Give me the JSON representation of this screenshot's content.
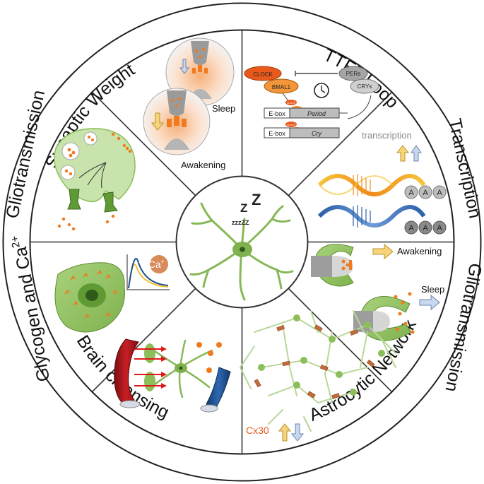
{
  "ring_labels": {
    "synaptic_weight": "Synaptic Weight",
    "ttfl_loop": "TTFL Loop",
    "transcription": "Transcription",
    "gliotransmission_right": "Gliotransmission",
    "astrocytic_network": "Astrocytic Network",
    "brain_cleansing": "Brain cleansing",
    "glycogen_prefix": "Glycogen  and Ca",
    "glycogen_sup": "2+",
    "gliotransmission_left": "Gliotransmission"
  },
  "center": {
    "sleep_symbol": "zzzZZ"
  },
  "synaptic": {
    "sleep": "Sleep",
    "awakening": "Awakening"
  },
  "ttfl": {
    "clock": "CLOCK",
    "bmal1": "BMAL1",
    "pers": "PERs",
    "crys": "CRYs",
    "ebox1": "E-box",
    "ebox2": "E-box",
    "period": "Period",
    "cry": "Cry",
    "mini_clock": "CLOCK",
    "mini_bmal": "BMAL1"
  },
  "transcription": {
    "label": "transcription",
    "a": "A"
  },
  "glio_right": {
    "awakening": "Awakening",
    "sleep": "Sleep"
  },
  "network": {
    "cx30": "Cx30"
  },
  "glycogen": {
    "ca": "Ca",
    "ca_sup": "+"
  },
  "colors": {
    "astro_green": "#8cbf5a",
    "orange": "#f07a1e",
    "red_vessel": "#b3151b",
    "blue_vessel": "#1f4f8f",
    "yellow": "#f2c12e",
    "blue_light": "#a8c0e0"
  }
}
